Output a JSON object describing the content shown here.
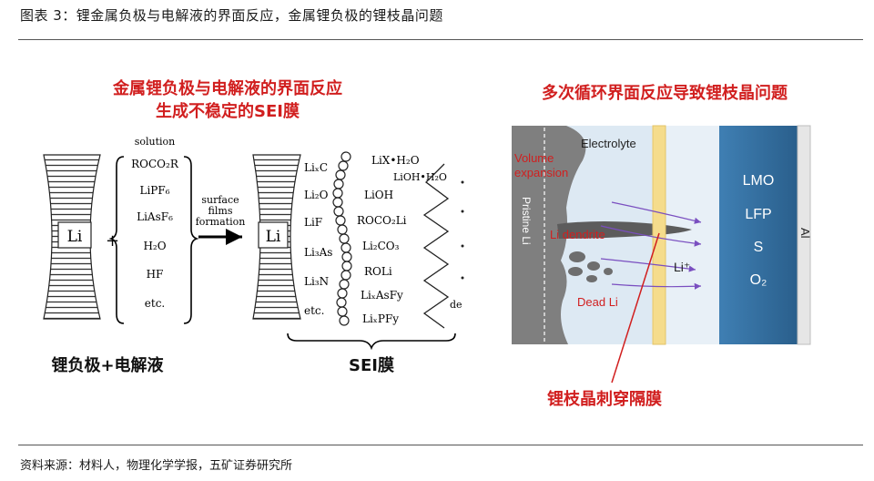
{
  "figure": {
    "title": "图表 3：锂金属负极与电解液的界面反应，金属锂负极的锂枝晶问题",
    "source": "资料来源：材料人，物理化学学报，五矿证券研究所"
  },
  "left": {
    "heading_line1": "金属锂负极与电解液的界面反应",
    "heading_line2": "生成不稳定的SEI膜",
    "electrode_label": "Li",
    "plus": "+",
    "solution_header": "solution",
    "solution_items": [
      "ROCO₂R",
      "LiPF₆",
      "LiAsF₆",
      "H₂O",
      "HF",
      "etc."
    ],
    "arrow_label_lines": [
      "surface",
      "films",
      "formation"
    ],
    "result_electrode_label": "Li",
    "sei_col1": [
      "LiₓC",
      "Li₂O",
      "LiF",
      "Li₃As",
      "Li₃N",
      "etc."
    ],
    "sei_col2": [
      "LiX•H₂O",
      "LiOH•H₂O",
      "LiOH",
      "ROCO₂Li",
      "Li₂CO₃",
      "ROLi",
      "LiₓAsFy",
      "LiₓPFy"
    ],
    "sei_trailing": "de",
    "caption_left": "锂负极+电解液",
    "caption_right": "SEI膜"
  },
  "right": {
    "heading": "多次循环界面反应导致锂枝晶问题",
    "electrolyte": "Electrolyte",
    "volume_line1": "Volume",
    "volume_line2": "expansion",
    "pristine": "Pristine  Li",
    "dendrite": "Li dendrite",
    "dead_li": "Dead Li",
    "li_ion": "Li⁺",
    "cathode_labels": [
      "LMO",
      "LFP",
      "S",
      "O₂"
    ],
    "al": "Al",
    "pierce_caption": "锂枝晶刺穿隔膜"
  },
  "colors": {
    "accent_red": "#d11f1f",
    "cathode_blue": "#2e6fa0",
    "separator_yellow": "#f5dc8c"
  }
}
